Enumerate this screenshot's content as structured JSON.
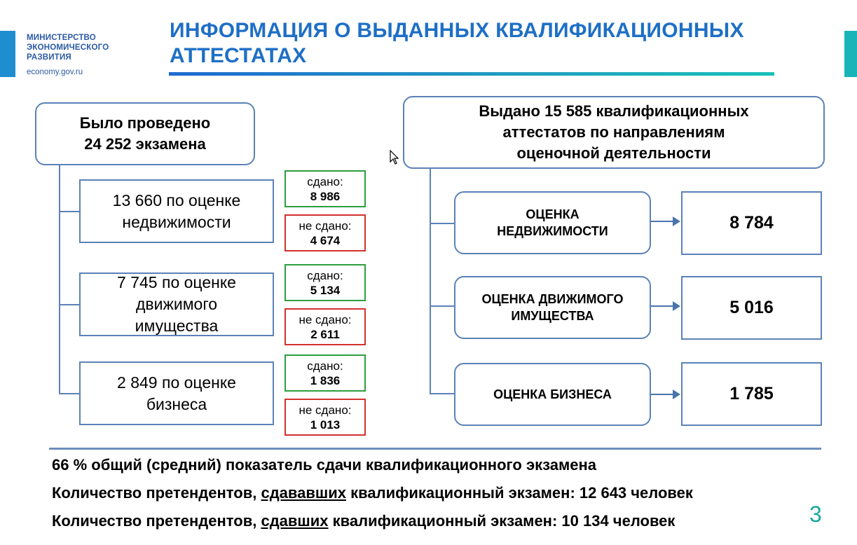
{
  "ministry": {
    "line1": "МИНИСТЕРСТВО",
    "line2": "ЭКОНОМИЧЕСКОГО",
    "line3": "РАЗВИТИЯ",
    "url": "economy.gov.ru"
  },
  "title": {
    "line1": "ИНФОРМАЦИЯ О ВЫДАННЫХ КВАЛИФИКАЦИОННЫХ",
    "line2": "АТТЕСТАТАХ"
  },
  "left": {
    "head_line1": "Было проведено",
    "head_line2": "24 252 экзамена",
    "items": [
      {
        "label_line1": "13 660 по оценке",
        "label_line2": "недвижимости",
        "label_line3": "",
        "passed_label": "сдано:",
        "passed": "8 986",
        "failed_label": "не сдано:",
        "failed": "4 674"
      },
      {
        "label_line1": "7 745 по оценке",
        "label_line2": "движимого",
        "label_line3": "имущества",
        "passed_label": "сдано:",
        "passed": "5 134",
        "failed_label": "не сдано:",
        "failed": "2 611"
      },
      {
        "label_line1": "2 849 по оценке",
        "label_line2": "бизнеса",
        "label_line3": "",
        "passed_label": "сдано:",
        "passed": "1 836",
        "failed_label": "не сдано:",
        "failed": "1 013"
      }
    ]
  },
  "right": {
    "head_line1": "Выдано 15 585 квалификационных",
    "head_line2": "аттестатов по направлениям",
    "head_line3": "оценочной деятельности",
    "items": [
      {
        "label_line1": "ОЦЕНКА",
        "label_line2": "НЕДВИЖИМОСТИ",
        "value": "8 784"
      },
      {
        "label_line1": "ОЦЕНКА ДВИЖИМОГО",
        "label_line2": "ИМУЩЕСТВА",
        "value": "5 016"
      },
      {
        "label_line1": "ОЦЕНКА БИЗНЕСА",
        "label_line2": "",
        "value": "1 785"
      }
    ]
  },
  "stats": {
    "line1": "66 % общий (средний) показатель сдачи квалификационного экзамена",
    "line2_pre": "Количество претендентов, ",
    "line2_u": "сдававших",
    "line2_post": " квалификационный экзамен: 12 643 человек",
    "line3_pre": "Количество претендентов, ",
    "line3_u": "сдавших",
    "line3_post": " квалификационный экзамен: 10 134 человек"
  },
  "page_number": "3",
  "colors": {
    "title": "#1e6fc6",
    "box_border": "#5b82b8",
    "passed_border": "#2e9e40",
    "failed_border": "#d2322d",
    "page_number": "#18a89c"
  }
}
